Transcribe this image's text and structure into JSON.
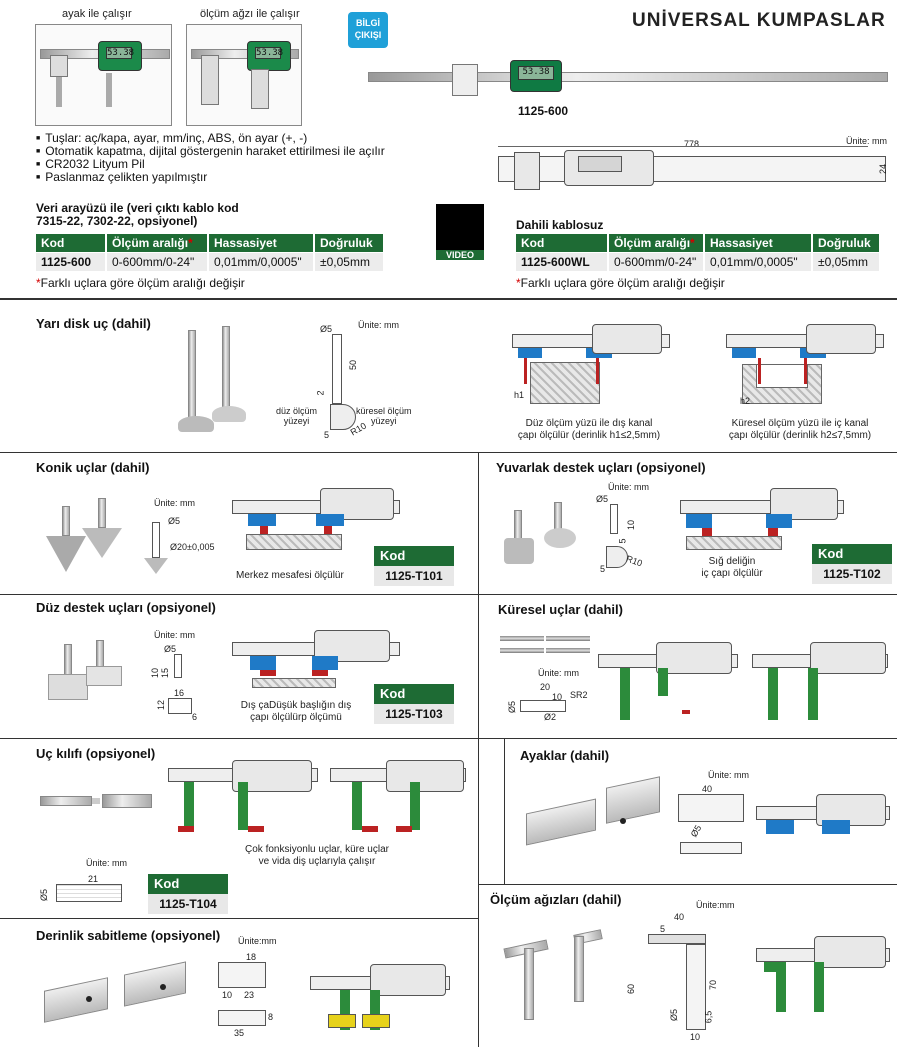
{
  "header": {
    "title": "UNİVERSAL KUMPASLAR",
    "photo1_caption": "ayak ile çalışır",
    "photo2_caption": "ölçüm ağzı ile çalışır",
    "badge_line1": "BİLGİ",
    "badge_line2": "ÇIKIŞI",
    "model_label": "1125-600",
    "display_value": "53.38",
    "dim_length": "778",
    "dim_height": "24",
    "unit": "Ünite: mm"
  },
  "features": [
    "Tuşlar: aç/kapa, ayar, mm/inç, ABS, ön ayar (+, -)",
    "Otomatik kapatma, dijital göstergenin haraket ettirilmesi ile açılır",
    "CR2032 Lityum Pil",
    "Paslanmaz çelikten yapılmıştır"
  ],
  "table_left": {
    "title_line1": "Veri arayüzü ile (veri çıktı kablo kod",
    "title_line2": "7315-22, 7302-22, opsiyonel)",
    "headers": [
      "Kod",
      "Ölçüm aralığı",
      "Hassasiyet",
      "Doğruluk"
    ],
    "row": [
      "1125-600",
      "0-600mm/0-24\"",
      "0,01mm/0,0005\"",
      "±0,05mm"
    ],
    "note": "Farklı uçlara göre ölçüm aralığı değişir"
  },
  "table_right": {
    "title": "Dahili kablosuz",
    "headers": [
      "Kod",
      "Ölçüm aralığı",
      "Hassasiyet",
      "Doğruluk"
    ],
    "row": [
      "1125-600WL",
      "0-600mm/0-24\"",
      "0,01mm/0,0005\"",
      "±0,05mm"
    ],
    "note": "Farklı uçlara göre ölçüm aralığı değişir"
  },
  "qr_label": "VIDEO",
  "asterisk": "*",
  "sections": {
    "half_disc": {
      "title": "Yarı disk uç (dahil)",
      "unit": "Ünite: mm",
      "dim_dia": "Ø5",
      "dim_50": "50",
      "dim_2": "2",
      "dim_5": "5",
      "dim_r10": "R10",
      "flat_label_1": "düz ölçüm",
      "flat_label_2": "yüzeyi",
      "sphere_label_1": "küresel ölçüm",
      "sphere_label_2": "yüzeyi",
      "h1": "h1",
      "h2": "h2",
      "note1_line1": "Düz ölçüm yüzü ile dış kanal",
      "note1_line2": "çapı ölçülür (derinlik h1≤2,5mm)",
      "note2_line1": "Küresel ölçüm yüzü ile iç kanal",
      "note2_line2": "çapı ölçülür (derinlik h2≤7,5mm)"
    },
    "conical": {
      "title": "Konik uçlar (dahil)",
      "unit": "Ünite: mm",
      "dim_dia": "Ø5",
      "dim_dia2": "Ø20±0,005",
      "note": "Merkez mesafesi ölçülür",
      "code_header": "Kod",
      "code": "1125-T101"
    },
    "round_support": {
      "title": "Yuvarlak destek uçları (opsiyonel)",
      "unit": "Ünite: mm",
      "dim_dia": "Ø5",
      "dim_10": "10",
      "dim_5": "5",
      "dim_r10": "R10",
      "note_line1": "Sığ deliğin",
      "note_line2": "iç çapı ölçülür",
      "code_header": "Kod",
      "code": "1125-T102"
    },
    "flat_support": {
      "title": "Düz destek uçları (opsiyonel)",
      "unit": "Ünite: mm",
      "dim_dia": "Ø5",
      "dim_10": "10",
      "dim_15": "15",
      "dim_16": "16",
      "dim_12": "12",
      "dim_6": "6",
      "note_line1": "Dış çaDüşük  başlığın dış",
      "note_line2": "çapı ölçülürp ölçümü",
      "code_header": "Kod",
      "code": "1125-T103"
    },
    "spherical": {
      "title": "Küresel uçlar (dahil)",
      "unit": "Ünite: mm",
      "dim_20": "20",
      "dim_10": "10",
      "dim_sr2": "SR2",
      "dim_dia": "Ø5",
      "dim_dia2": "Ø2"
    },
    "tip_sleeve": {
      "title": "Uç kılıfı (opsiyonel)",
      "unit": "Ünite: mm",
      "dim_21": "21",
      "dim_dia": "Ø5",
      "note_line1": "Çok fonksiyonlu uçlar, küre uçlar",
      "note_line2": "ve vida diş uçlarıyla çalışır",
      "code_header": "Kod",
      "code": "1125-T104"
    },
    "feet": {
      "title": "Ayaklar (dahil)",
      "unit": "Ünite: mm",
      "dim_40": "40",
      "dim_dia": "Ø5"
    },
    "depth": {
      "title": "Derinlik sabitleme (opsiyonel)",
      "unit": "Ünite:mm",
      "dim_18": "18",
      "dim_10": "10",
      "dim_23": "23",
      "dim_8": "8",
      "dim_35": "35"
    },
    "jaws": {
      "title": "Ölçüm ağızları (dahil)",
      "unit": "Ünite:mm",
      "dim_40": "40",
      "dim_5": "5",
      "dim_60": "60",
      "dim_70": "70",
      "dim_dia": "Ø5",
      "dim_65": "6,5",
      "dim_10": "10"
    }
  },
  "colors": {
    "accent_green": "#1e6b34",
    "badge_blue": "#1fa0d8",
    "note_red": "#d40000"
  }
}
